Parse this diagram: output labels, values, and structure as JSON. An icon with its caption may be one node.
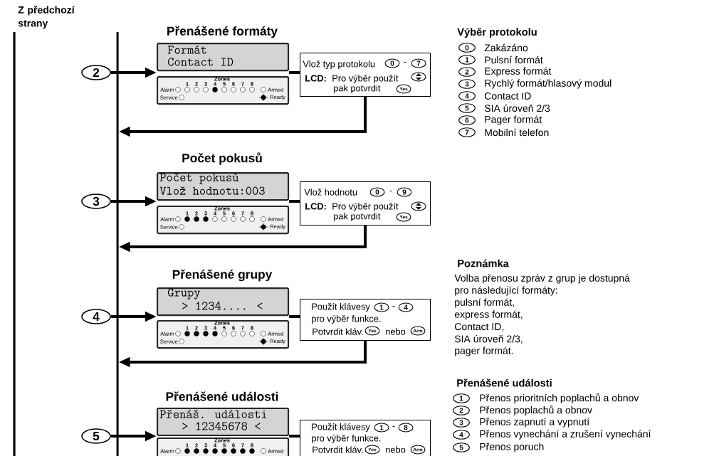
{
  "diagram": {
    "nodes": [
      {
        "text": [
          "2"
        ]
      },
      {
        "text": [
          "Přenášené formáty",
          "Formát",
          "Contact ID"
        ]
      },
      {
        "text": [
          "Zones",
          "1",
          "2",
          "3",
          "4",
          "5",
          "6",
          "7",
          "8",
          "Alarm",
          "Armed",
          "Service",
          "Ready"
        ]
      },
      {
        "text": [
          "Vlož typ protokolu",
          "0",
          "-",
          "7",
          "LCD:",
          "Pro výběr použít",
          "pak potvrdit",
          "Yes"
        ]
      },
      {
        "text": [
          "3"
        ]
      },
      {
        "text": [
          "Počet pokusů",
          "Počet pokusů",
          "Vlož hodnotu:003"
        ]
      },
      {
        "text": [
          "Zones",
          "1",
          "2",
          "3",
          "4",
          "5",
          "6",
          "7",
          "8",
          "Alarm",
          "Armed",
          "Service",
          "Ready"
        ]
      },
      {
        "text": [
          "Vlož hodnotu",
          "0",
          "-",
          "9",
          "LCD:",
          "Pro výběr použít",
          "pak potvrdit",
          "Yes"
        ]
      },
      {
        "text": [
          "4"
        ]
      },
      {
        "text": [
          "Přenášené grupy",
          "Grupy",
          "> 1234.... <"
        ]
      },
      {
        "text": [
          "Zones",
          "1",
          "2",
          "3",
          "4",
          "5",
          "6",
          "7",
          "8",
          "Alarm",
          "Armed",
          "Service",
          "Ready"
        ]
      },
      {
        "text": [
          "Použít klávesy",
          "1",
          "-",
          "4",
          "pro výběr funkce.",
          "Potvrdit kláv.",
          "Yes",
          "nebo",
          "Arm"
        ]
      },
      {
        "text": [
          "5"
        ]
      },
      {
        "text": [
          "Přenášené události",
          "Přenáš. události",
          "> 12345678 <"
        ]
      },
      {
        "text": [
          "Zones",
          "1",
          "2",
          "3",
          "4",
          "5",
          "6",
          "7",
          "8",
          "Alarm",
          "Armed"
        ]
      },
      {
        "text": [
          "Použít klávesy",
          "1",
          "-",
          "8",
          "pro výběr funkce.",
          "Potvrdit kláv.",
          "Yes",
          "nebo",
          "Arm"
        ]
      }
    ],
    "edges": [
      {
        "from": 0,
        "to": 1,
        "arrow": "to"
      },
      {
        "from": 1,
        "to": 3,
        "arrow": "none"
      },
      {
        "from": 3,
        "to": null,
        "arrow": "to"
      },
      {
        "from": 4,
        "to": 5,
        "arrow": "to"
      },
      {
        "from": 5,
        "to": 7,
        "arrow": "none"
      },
      {
        "from": 7,
        "to": null,
        "arrow": "to"
      },
      {
        "from": 8,
        "to": 9,
        "arrow": "to"
      },
      {
        "from": 9,
        "to": 11,
        "arrow": "none"
      },
      {
        "from": 11,
        "to": null,
        "arrow": "to"
      },
      {
        "from": 12,
        "to": 13,
        "arrow": "to"
      },
      {
        "from": 13,
        "to": 15,
        "arrow": "none"
      }
    ],
    "labels": [
      "Z předchozí strany",
      "Výběr protokolu",
      "0",
      "Zakázáno",
      "1",
      "Pulsní formát",
      "2",
      "Express formát",
      "3",
      "Rychlý formát/hlasový modul",
      "4",
      "Contact ID",
      "5",
      "SIA úroveň 2/3",
      "6",
      "Pager formát",
      "7",
      "Mobilní telefon",
      "Poznámka",
      "Volba přenosu zpráv z grup je dostupná",
      "pro následující formáty:",
      "pulsní formát,",
      "express formát,",
      "Contact ID,",
      "SIA úroveň 2/3,",
      "pager formát.",
      "Přenášené události",
      "1",
      "Přenos prioritních poplachů a obnov",
      "2",
      "Přenos poplachů a obnov",
      "3",
      "Přenos zapnutí a vypnutí",
      "4",
      "Přenos vynechání a zrušení vynechání",
      "5",
      "Přenos poruch"
    ]
  }
}
